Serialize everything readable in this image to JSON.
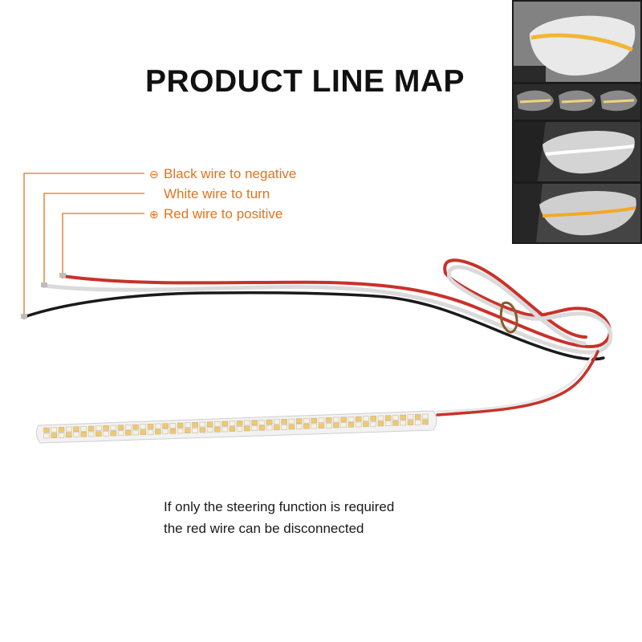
{
  "title": "PRODUCT LINE MAP",
  "legend": [
    {
      "symbol": "⊖",
      "text": "Black wire to negative"
    },
    {
      "symbol": "",
      "text": "White wire to turn"
    },
    {
      "symbol": "⊕",
      "text": "Red wire to positive"
    }
  ],
  "note": {
    "line1": "If only the steering function is required",
    "line2": "the red wire can be disconnected"
  },
  "colors": {
    "accent": "#e3731d",
    "red_wire": "#c8322a",
    "black_wire": "#1a1a1a",
    "white_wire": "#f4f4f4",
    "led_amber": "#f3c86a"
  },
  "thumbnails": [
    {
      "name": "mirror-amber-sweep"
    },
    {
      "name": "mirror-sequence-strip"
    },
    {
      "name": "mirror-white-light"
    },
    {
      "name": "mirror-amber-light"
    }
  ]
}
